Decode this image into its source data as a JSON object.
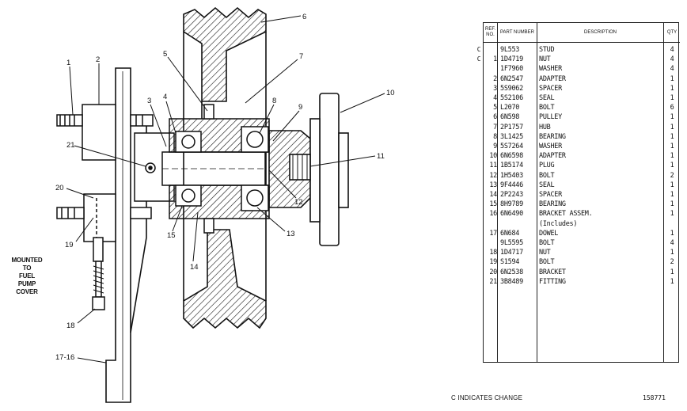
{
  "figure": {
    "mounted_note": [
      "MOUNTED",
      "TO",
      "FUEL",
      "PUMP",
      "COVER"
    ],
    "callouts": [
      "1",
      "2",
      "3",
      "4",
      "5",
      "6",
      "7",
      "8",
      "9",
      "10",
      "11",
      "12",
      "13",
      "14",
      "15",
      "17-16",
      "18",
      "19",
      "20",
      "21"
    ]
  },
  "table": {
    "headers": {
      "ref": "REF. NO.",
      "part": "PART NUMBER",
      "desc": "DESCRIPTION",
      "qty": "QTY"
    },
    "rows": [
      {
        "mark": "C",
        "ref": "",
        "part": "9L553",
        "desc": "STUD",
        "qty": "4"
      },
      {
        "mark": "C",
        "ref": "1",
        "part": "1D4719",
        "desc": "NUT",
        "qty": "4"
      },
      {
        "mark": "",
        "ref": "",
        "part": "1F7960",
        "desc": "WASHER",
        "qty": "4"
      },
      {
        "mark": "",
        "ref": "2",
        "part": "6N2547",
        "desc": "ADAPTER",
        "qty": "1"
      },
      {
        "mark": "",
        "ref": "3",
        "part": "5S9062",
        "desc": "SPACER",
        "qty": "1"
      },
      {
        "mark": "",
        "ref": "4",
        "part": "5S2106",
        "desc": "SEAL",
        "qty": "1"
      },
      {
        "mark": "",
        "ref": "5",
        "part": "L2070",
        "desc": "BOLT",
        "qty": "6"
      },
      {
        "mark": "",
        "ref": "6",
        "part": "6N598",
        "desc": "PULLEY",
        "qty": "1"
      },
      {
        "mark": "",
        "ref": "7",
        "part": "2P1757",
        "desc": "HUB",
        "qty": "1"
      },
      {
        "mark": "",
        "ref": "8",
        "part": "3L1425",
        "desc": "BEARING",
        "qty": "1"
      },
      {
        "mark": "",
        "ref": "9",
        "part": "5S7264",
        "desc": "WASHER",
        "qty": "1"
      },
      {
        "mark": "",
        "ref": "10",
        "part": "6N6598",
        "desc": "ADAPTER",
        "qty": "1"
      },
      {
        "mark": "",
        "ref": "11",
        "part": "1B5174",
        "desc": "PLUG",
        "qty": "1"
      },
      {
        "mark": "",
        "ref": "12",
        "part": "1H5403",
        "desc": "BOLT",
        "qty": "2"
      },
      {
        "mark": "",
        "ref": "13",
        "part": "9F4446",
        "desc": "SEAL",
        "qty": "1"
      },
      {
        "mark": "",
        "ref": "14",
        "part": "2P2243",
        "desc": "SPACER",
        "qty": "1"
      },
      {
        "mark": "",
        "ref": "15",
        "part": "8H9789",
        "desc": "BEARING",
        "qty": "1"
      },
      {
        "mark": "",
        "ref": "16",
        "part": "6N6490",
        "desc": "BRACKET ASSEM.",
        "qty": "1"
      },
      {
        "mark": "",
        "ref": "",
        "part": "",
        "desc": "(Includes)",
        "qty": ""
      },
      {
        "mark": "",
        "ref": "17",
        "part": "6N684",
        "desc": "DOWEL",
        "qty": "1"
      },
      {
        "mark": "",
        "ref": "",
        "part": "9L5595",
        "desc": "BOLT",
        "qty": "4"
      },
      {
        "mark": "",
        "ref": "18",
        "part": "1D4717",
        "desc": "NUT",
        "qty": "1"
      },
      {
        "mark": "",
        "ref": "19",
        "part": "S1594",
        "desc": "BOLT",
        "qty": "2"
      },
      {
        "mark": "",
        "ref": "20",
        "part": "6N2538",
        "desc": "BRACKET",
        "qty": "1"
      },
      {
        "mark": "",
        "ref": "21",
        "part": "3B8489",
        "desc": "FITTING",
        "qty": "1"
      }
    ]
  },
  "footer": {
    "note": "C INDICATES CHANGE",
    "figure_number": "158771"
  }
}
